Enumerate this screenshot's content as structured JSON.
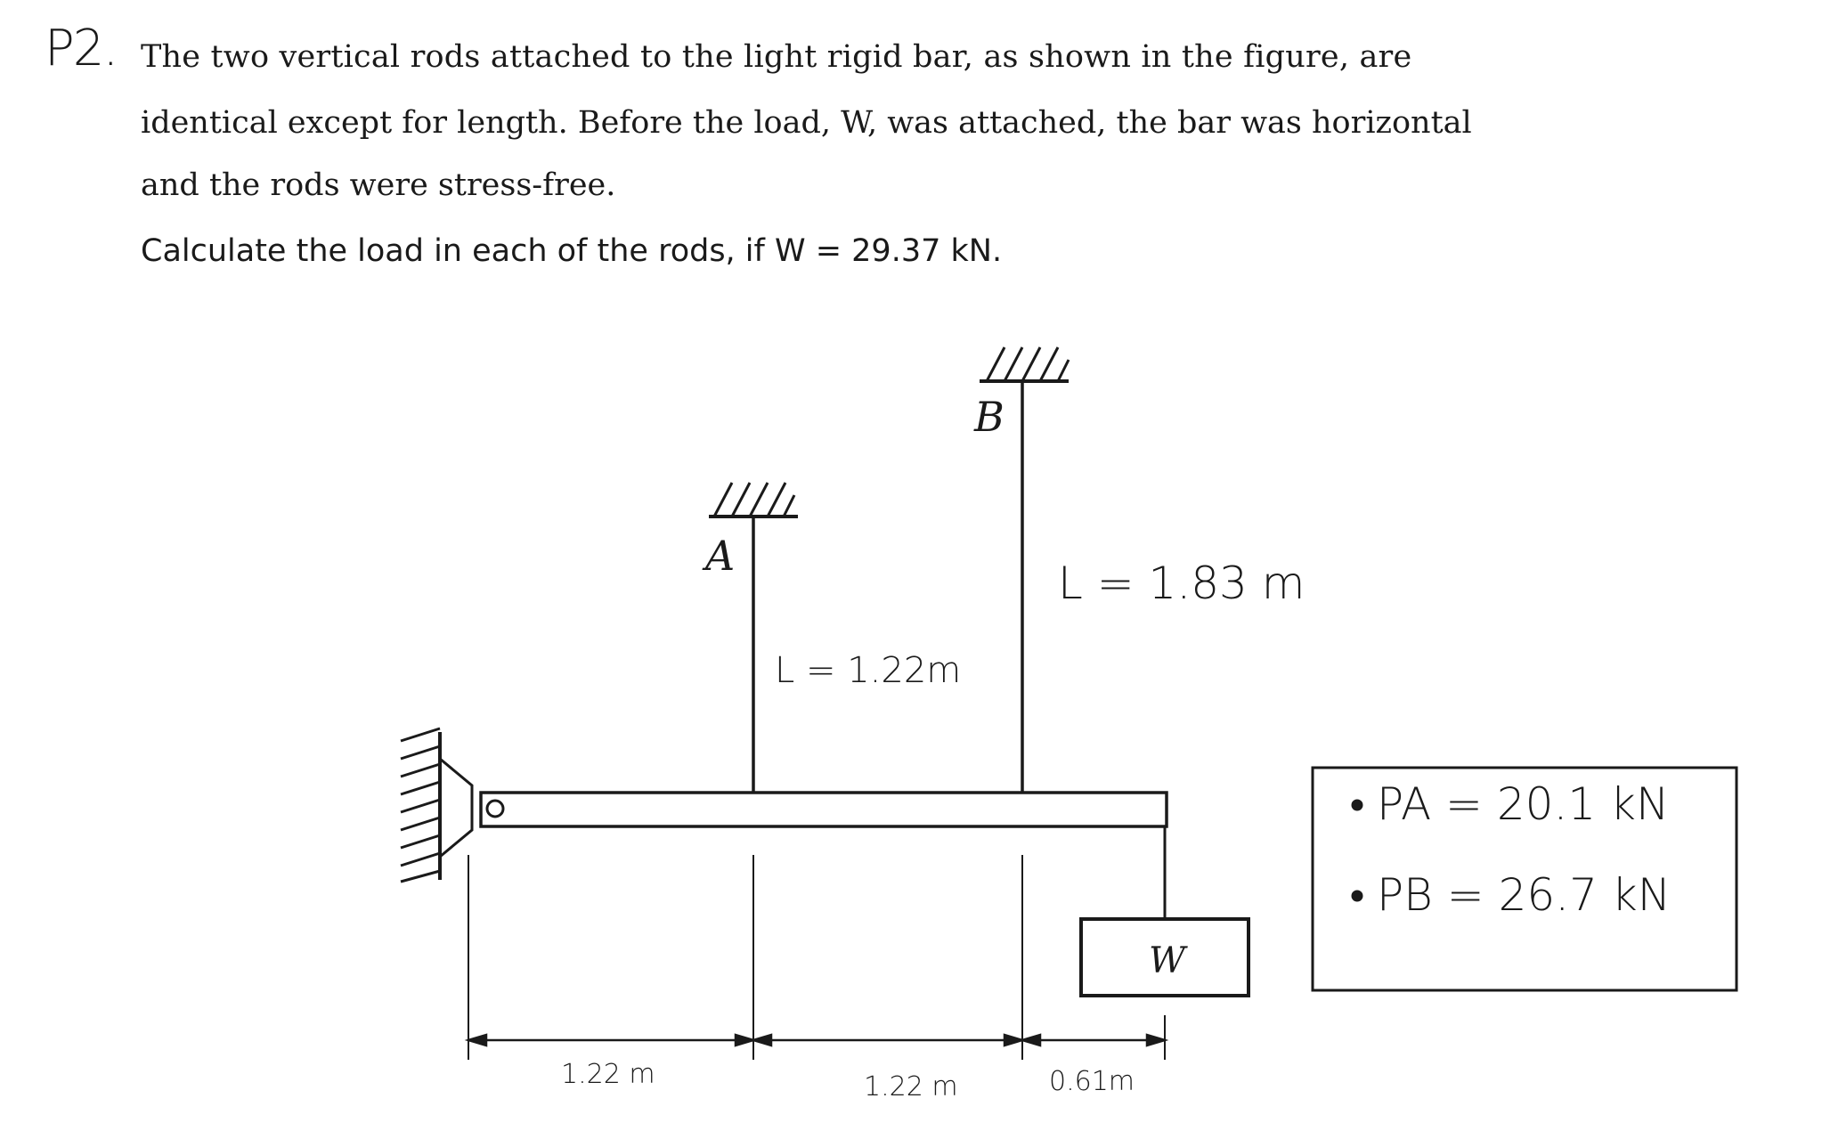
{
  "problem": {
    "label": "P2.",
    "line1": "The two vertical rods attached to the light rigid bar, as shown in the figure, are",
    "line2": "identical except for length. Before the load, W,  was attached, the bar was horizontal",
    "line3": "and the rods were stress-free.",
    "line4": "Calculate the load in each of the rods, if W = 29.37 kN."
  },
  "figure": {
    "rod_a_label": "A",
    "rod_b_label": "B",
    "rod_a_length": "L = 1.22m",
    "rod_b_length": "L = 1.83 m",
    "load_label": "W",
    "dim_1": "1.22 m",
    "dim_2": "1.22 m",
    "dim_3": "0.61m"
  },
  "answers": {
    "pa": "PA = 20.1 kN",
    "pb": "PB = 26.7 kN"
  }
}
